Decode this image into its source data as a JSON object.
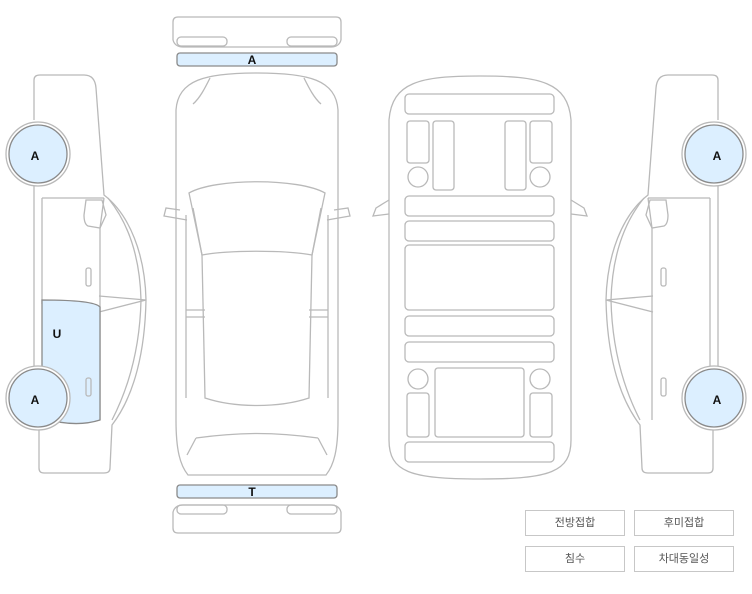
{
  "colors": {
    "outline": "#b9b9b9",
    "highlight_fill": "#dcefff",
    "highlight_stroke": "#8a8a8a",
    "text": "#111111"
  },
  "marks": {
    "front_bumper": "A",
    "rear_bumper": "T",
    "left_front_wheel": "A",
    "left_rear_wheel": "A",
    "left_rear_door": "U",
    "right_front_wheel": "A",
    "right_rear_wheel": "A"
  },
  "legend": {
    "front_joint": "전방접합",
    "rear_joint": "후미접합",
    "flooding": "침수",
    "vehicle_identity": "차대동일성"
  }
}
